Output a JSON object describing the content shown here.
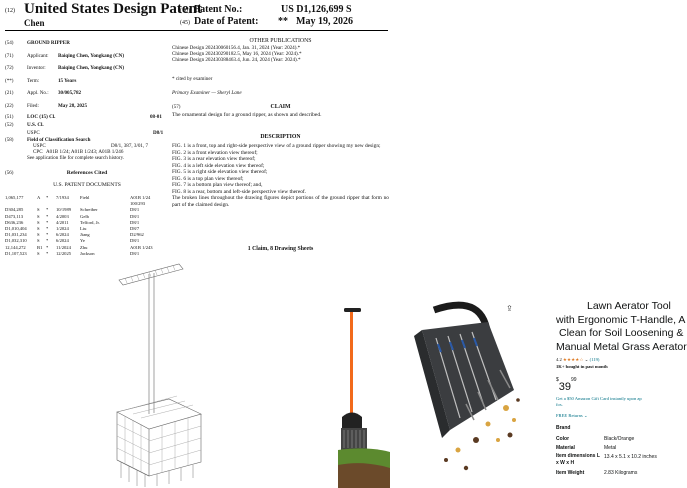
{
  "patent_header": {
    "code12": "(12)",
    "title": "United States Design Patent",
    "inventor_surname": "Chen",
    "code10": "(10)",
    "patent_no_label": "Patent No.:",
    "patent_no": "US D1,126,699 S",
    "code45": "(45)",
    "date_label": "Date of Patent:",
    "date_marks": "**",
    "date": "May 19, 2026"
  },
  "left_fields": [
    {
      "code": "(54)",
      "label": "GROUND RIPPER",
      "value": ""
    },
    {
      "code": "(71)",
      "label": "Applicant:",
      "value": "Baiqing Chen, Yongkang (CN)"
    },
    {
      "code": "(72)",
      "label": "Inventor:",
      "value": "Baiqing Chen, Yongkang (CN)"
    },
    {
      "code": "(**)",
      "label": "Term:",
      "value": "15 Years"
    },
    {
      "code": "(21)",
      "label": "Appl. No.:",
      "value": "30/005,782"
    },
    {
      "code": "(22)",
      "label": "Filed:",
      "value": "May 28, 2025"
    },
    {
      "code": "(51)",
      "label": "LOC (15) Cl.",
      "value": "08-01"
    },
    {
      "code": "(52)",
      "label": "U.S. Cl.",
      "value": ""
    }
  ],
  "uspc_line": {
    "label": "USPC",
    "value": "D8/1"
  },
  "classification": {
    "code": "(58)",
    "title": "Field of Classification Search",
    "uspc_label": "USPC",
    "uspc_value": "D8/1, 387, 3/01, 7",
    "cpc_label": "CPC",
    "cpc_value": "A01B 1/24; A01B 1/243; A01B 1/246",
    "note": "See application file for complete search history."
  },
  "references": {
    "code": "(56)",
    "title": "References Cited",
    "subtitle": "U.S. PATENT DOCUMENTS",
    "rows": [
      {
        "no": "1,065,177",
        "kind": "A",
        "star": "*",
        "date": "7/1934",
        "name": "Fiehl",
        "cls": "A01B 1/24"
      },
      {
        "no": "",
        "kind": "",
        "star": "",
        "date": "",
        "name": "",
        "cls": "100/293"
      },
      {
        "no": "D304,285",
        "kind": "S",
        "star": "*",
        "date": "10/1989",
        "name": "Schreiber",
        "cls": "D8/1"
      },
      {
        "no": "D473,113",
        "kind": "S",
        "star": "*",
        "date": "4/2003",
        "name": "Gelb",
        "cls": "D8/1"
      },
      {
        "no": "D636,236",
        "kind": "S",
        "star": "*",
        "date": "4/2011",
        "name": "Telford, Jr.",
        "cls": "D8/1"
      },
      {
        "no": "D1,010,404",
        "kind": "S",
        "star": "*",
        "date": "1/2024",
        "name": "Liu",
        "cls": "D8/7"
      },
      {
        "no": "D1,031,234",
        "kind": "S",
        "star": "*",
        "date": "6/2024",
        "name": "Jiang",
        "cls": "D2/962"
      },
      {
        "no": "D1,032,310",
        "kind": "S",
        "star": "*",
        "date": "6/2024",
        "name": "Ye",
        "cls": "D8/1"
      },
      {
        "no": "12,144,272",
        "kind": "B1",
        "star": "*",
        "date": "11/2024",
        "name": "Zhu",
        "cls": "A01B 1/243"
      },
      {
        "no": "D1,107,523",
        "kind": "S",
        "star": "*",
        "date": "12/2025",
        "name": "Jackson",
        "cls": "D8/1"
      }
    ]
  },
  "other_publications": {
    "title": "OTHER PUBLICATIONS",
    "items": [
      "Chinese Design 202430060156.4, Jan. 31, 2024 (Year: 2024).*",
      "Chinese Design 202430290182.5, May 16, 2024 (Year: 2024).*",
      "Chinese Design 202430388463.4, Jun. 24, 2024 (Year: 2024).*"
    ],
    "cited_by": "* cited by examiner",
    "examiner": "Primary Examiner — Sheryl Lane"
  },
  "claim": {
    "code": "(57)",
    "title": "CLAIM",
    "text": "The ornamental design for a ground ripper, as shown and described."
  },
  "description": {
    "title": "DESCRIPTION",
    "lines": [
      "FIG. 1 is a front, top and right-side perspective view of a ground ripper showing my new design;",
      "FIG. 2 is a front elevation view thereof;",
      "FIG. 3 is a rear elevation view thereof;",
      "FIG. 4 is a left side elevation view thereof;",
      "FIG. 5 is a right side elevation view thereof;",
      "FIG. 6 is a top plan view thereof;",
      "FIG. 7 is a bottom plan view thereof; and,",
      "FIG. 8 is a rear, bottom and left-side perspective view thereof.",
      "The broken lines throughout the drawing figures depict portions of the ground ripper that form no part of the claimed design."
    ],
    "summary": "1 Claim, 8 Drawing Sheets"
  },
  "product": {
    "title_lines": [
      "Lawn Aerator Tool",
      "with Ergonomic T-Handle, A",
      "Clean for Soil Loosening &",
      "Manual Metal Grass Aerator"
    ],
    "rating": "4.2",
    "stars": "★★★★☆",
    "reviews": "(119)",
    "bought": "1K+ bought in past month",
    "price_symbol": "$",
    "price_whole": "39",
    "price_fraction": "99",
    "gift_card": "Get a $50 Amazon Gift Card instantly upon ap",
    "gift_card_2": "fos.",
    "returns": "FREE Returns",
    "specs": [
      {
        "label": "Brand",
        "value": ""
      },
      {
        "label": "Color",
        "value": "Black/Orange"
      },
      {
        "label": "Material",
        "value": "Metal"
      },
      {
        "label": "Item dimensions L x W x H",
        "value": "13.4 x 5.1 x 10.2 inches"
      },
      {
        "label": "Item Weight",
        "value": "2.83 Kilograms"
      }
    ],
    "colors": {
      "price": "#0f1111",
      "link": "#007185",
      "star": "#de7921",
      "handle_orange": "#f26a1b"
    }
  }
}
